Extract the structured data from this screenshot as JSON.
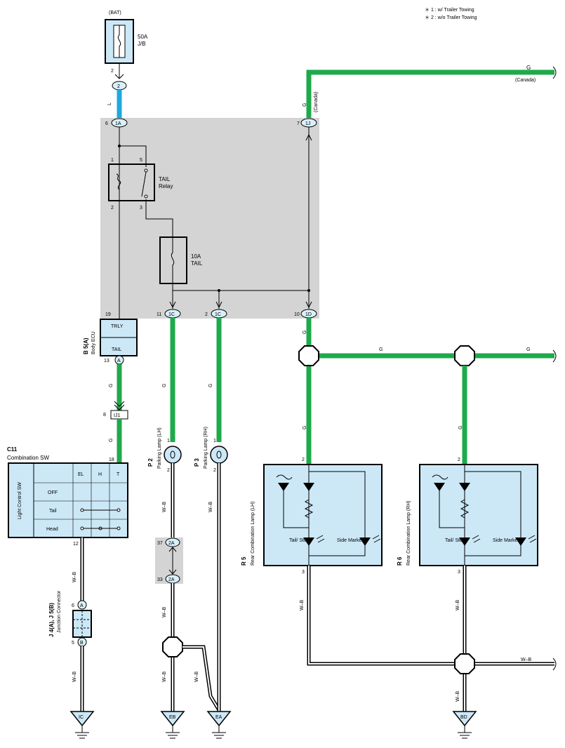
{
  "notes": [
    "＊ 1 : w/ Trailer Towing",
    "＊ 2 : w/o Trailer Towing"
  ],
  "source": {
    "label": "(BAT)",
    "fuse": "50A",
    "fuse_loc": "J/B",
    "pin": "2",
    "conn": "2"
  },
  "ecu_box": {
    "pin_1A": "6",
    "conn_1A": "1A",
    "wire_1A": "L",
    "pin_1J": "7",
    "conn_1J": "1J",
    "wire_1J": "G",
    "wire_1J_note": "(Canada)",
    "relay": {
      "name": "TAIL",
      "sub": "Relay",
      "p1": "1",
      "p2": "2",
      "p3": "3",
      "p5": "5"
    },
    "fuse": {
      "amp": "10A",
      "name": "TAIL"
    },
    "pin_19": "19",
    "pin_11": "11",
    "conn_11": "1C",
    "pin_2": "2",
    "conn_2": "1C",
    "pin_10": "10",
    "conn_10": "1D"
  },
  "canada_wire": {
    "color": "G",
    "note": "(Canada)"
  },
  "body_ecu": {
    "code": "B 5(A)",
    "name": "Body ECU",
    "trly": "TRLY",
    "tail": "TAIL",
    "pin": "13",
    "conn": "A"
  },
  "ij1": {
    "pin": "8",
    "conn": "IJ1",
    "pin_out": "18"
  },
  "combination_sw": {
    "code": "C11",
    "name": "Combination SW",
    "side_label": "Light Control SW",
    "headers": [
      "EL",
      "H",
      "T"
    ],
    "rows": [
      "OFF",
      "Tail",
      "Head"
    ],
    "pin_out": "12"
  },
  "junction": {
    "code": "J 4(A), J 5(B)",
    "name": "Junction Connector",
    "pin_a": "6",
    "conn_a": "A",
    "pin_b": "5",
    "conn_b": "B"
  },
  "parking_lh": {
    "code": "P 2",
    "name": "Parking Lamp (LH)",
    "p1": "1",
    "p2": "2"
  },
  "parking_rh": {
    "code": "P 3",
    "name": "Parking Lamp (RH)",
    "p1": "1",
    "p2": "2"
  },
  "conn_2a": {
    "pin_top": "37",
    "pin_bot": "33",
    "label": "2A"
  },
  "rear_lh": {
    "code": "R 5",
    "name": "Rear Combination Lamp (LH)",
    "p2": "2",
    "p3": "3",
    "tail": "Tail/ Stop",
    "side": "Side Marker"
  },
  "rear_rh": {
    "code": "R 6",
    "name": "Rear Combination Lamp (RH)",
    "p2": "2",
    "p3": "3",
    "tail": "Tail/ Stop",
    "side": "Side Marker"
  },
  "wires": {
    "g": "G",
    "wb": "W–B"
  },
  "grounds": [
    "IC",
    "EB",
    "EA",
    "BD"
  ]
}
